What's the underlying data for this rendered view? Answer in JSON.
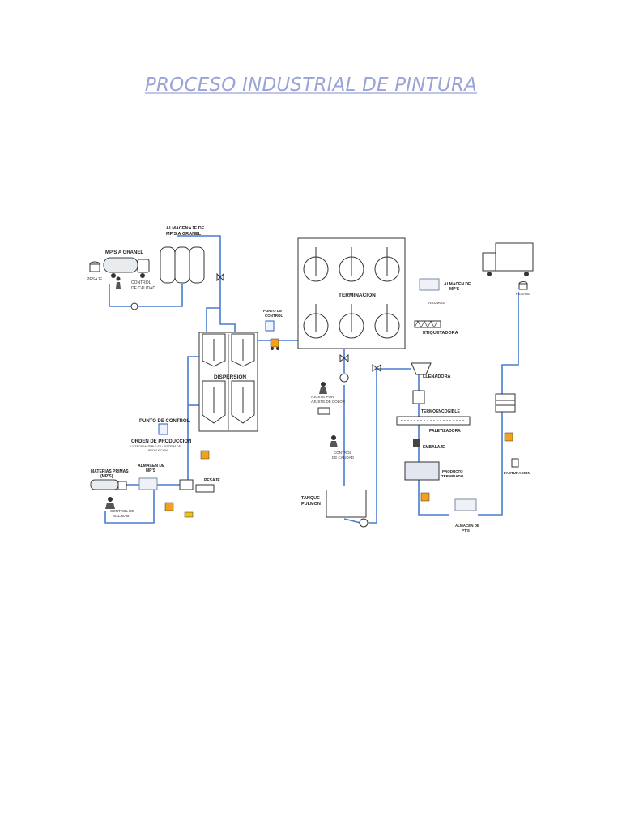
{
  "title": "PROCESO INDUSTRIAL DE PINTURA",
  "colors": {
    "title": "#9aa3d6",
    "pipe": "#4a7bd0"
  },
  "labels": {
    "almacenaje_granel": [
      "ALMACENAJE DE",
      "MP'S A GRANEL"
    ],
    "mps_granel": "MP'S A GRANEL",
    "pesaje_left": "PESAJE",
    "control_calidad_top": [
      "CONTROL",
      "DE CALIDAD"
    ],
    "punto_control_small": [
      "PUNTO DE",
      "CONTROL"
    ],
    "terminacion": "TERMINACION",
    "dispersion": "DISPERSIÓN",
    "almacen_mps_right": [
      "ALMACEN DE",
      "MP'S"
    ],
    "insumos": "INSUMOS",
    "etiquetadora": "ETIQUETADORA",
    "llenadora": "LLENADORA",
    "pesaje_right": "PESAJE",
    "termoencogible": "TERMOENCOGIBLE",
    "paletizadora": "PALETIZADORA",
    "embalaje": "EMBALAJE",
    "producto_terminado": [
      "PRODUCTO",
      "TERMINADO"
    ],
    "facturacion": "FACTURACION",
    "almacen_pts": [
      "ALMACEN DE",
      "PT'S"
    ],
    "punto_control": "PUNTO DE CONTROL",
    "orden_produccion": "ORDEN DE PRODUCCION",
    "orden_produccion_sub": [
      "(LISTA DE MATERIALES / SISTEMA DE",
      "PRODUCCION)"
    ],
    "almacen_mps_left": [
      "ALMACEN DE",
      "MP'S"
    ],
    "materias_primas": [
      "MATERIAS PRIMAS",
      "(MP'S)"
    ],
    "control_calidad_bottom": [
      "CONTROL DE",
      "CALIDAD"
    ],
    "pesaje_bottom": "PESAJE",
    "ajuste_color": [
      "AJUSTE POR",
      "AJUSTE DE COLOR"
    ],
    "control_calidad_mid": [
      "CONTROL",
      "DE CALIDAD"
    ],
    "tanque_pulmon": [
      "TANQUE",
      "PULMON"
    ]
  }
}
